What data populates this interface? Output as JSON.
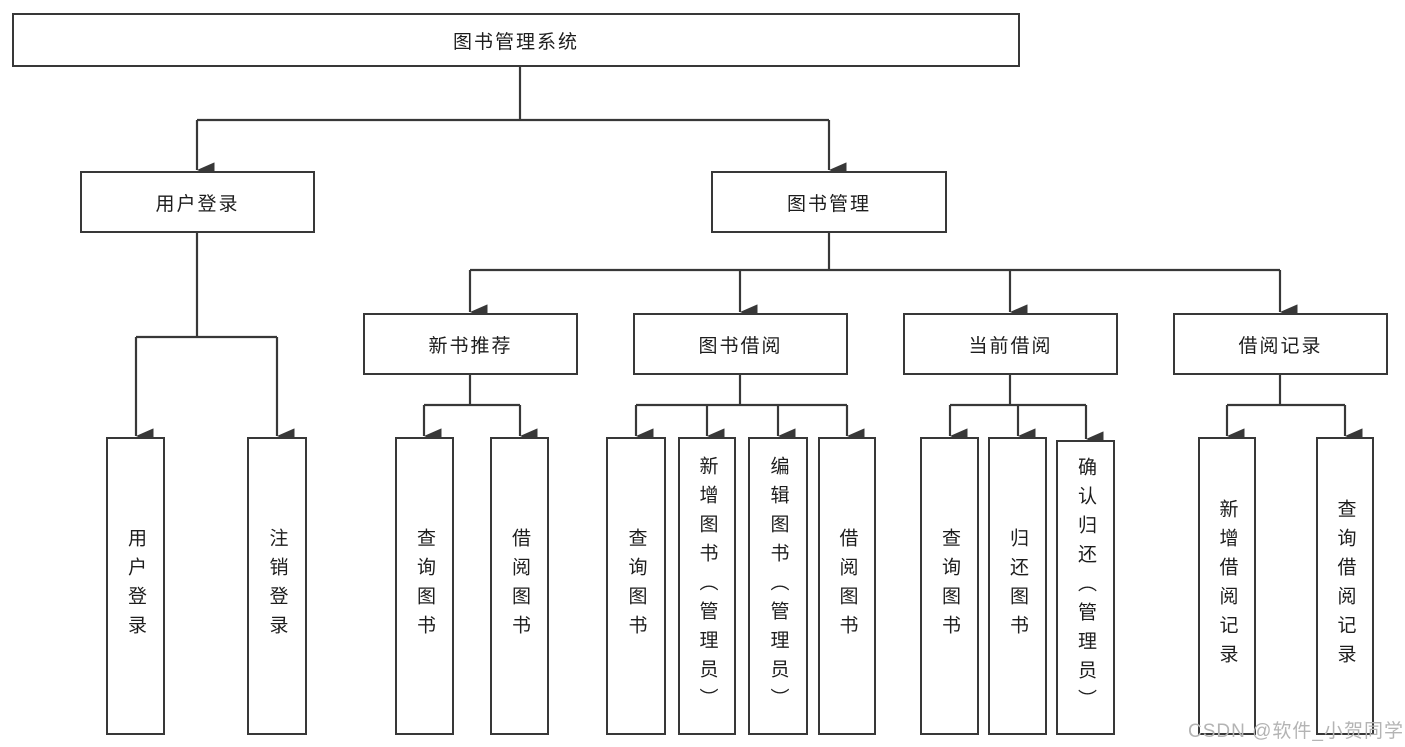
{
  "diagram_type": "hierarchy-tree",
  "root": {
    "label": "图书管理系统",
    "children": [
      {
        "label": "用户登录",
        "children": [
          {
            "label": "用户登录"
          },
          {
            "label": "注销登录"
          }
        ]
      },
      {
        "label": "图书管理",
        "children": [
          {
            "label": "新书推荐",
            "children": [
              {
                "label": "查询图书"
              },
              {
                "label": "借阅图书"
              }
            ]
          },
          {
            "label": "图书借阅",
            "children": [
              {
                "label": "查询图书"
              },
              {
                "label": "新增图书（管理员）"
              },
              {
                "label": "编辑图书（管理员）"
              },
              {
                "label": "借阅图书"
              }
            ]
          },
          {
            "label": "当前借阅",
            "children": [
              {
                "label": "查询图书"
              },
              {
                "label": "归还图书"
              },
              {
                "label": "确认归还（管理员）"
              }
            ]
          },
          {
            "label": "借阅记录",
            "children": [
              {
                "label": "新增借阅记录"
              },
              {
                "label": "查询借阅记录"
              }
            ]
          }
        ]
      }
    ]
  },
  "watermark": {
    "text": "CSDN @软件_小贺同学"
  },
  "colors": {
    "line": "#383838",
    "box_border": "#383838",
    "box_fill": "#ffffff",
    "text": "#1d1d1d",
    "watermark": "#b4b4b4",
    "background": "#ffffff"
  }
}
